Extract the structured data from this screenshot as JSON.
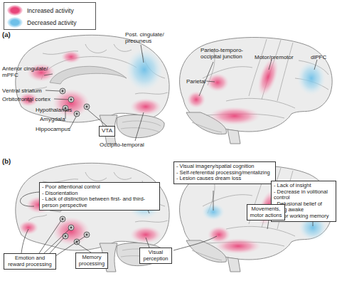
{
  "diagram": {
    "nodes": [
      {
        "text": [
          "VTA"
        ]
      },
      {
        "text": [
          "- Poor attentional control",
          "- Disorientation",
          "- Lack of distinction between first- and third-person perspective"
        ]
      },
      {
        "text": [
          "- Visual imagery/spatial cognition",
          "- Self-referential processing/mentalizing",
          "- Lesion causes dream loss"
        ]
      },
      {
        "text": [
          "- Lack of insight",
          "- Decrease in volitional control",
          "- Delusional belief of being awake",
          "- Poor working memory"
        ]
      },
      {
        "text": [
          "Movements, motor actions"
        ]
      },
      {
        "text": [
          "Emotion and reward processing"
        ]
      },
      {
        "text": [
          "Memory processing"
        ]
      },
      {
        "text": [
          "Visual perception"
        ]
      }
    ],
    "labels": [
      "(a)",
      "Post. cingulate/ precuneus",
      "Anterior cingulate/ mPFC",
      "Ventral striatum",
      "Orbitofrontal cortex",
      "Hypothalamus",
      "Amygdala",
      "Hippocampus",
      "Occipito-temporal",
      "Parieto-temporo-occipital junction",
      "Parietal",
      "Motor/premotor",
      "dlPFC",
      "(b)"
    ],
    "legend": [
      {
        "text": "Increased activity",
        "color": "#e8457a"
      },
      {
        "text": "Decreased activity",
        "color": "#6ec0e8"
      }
    ]
  }
}
